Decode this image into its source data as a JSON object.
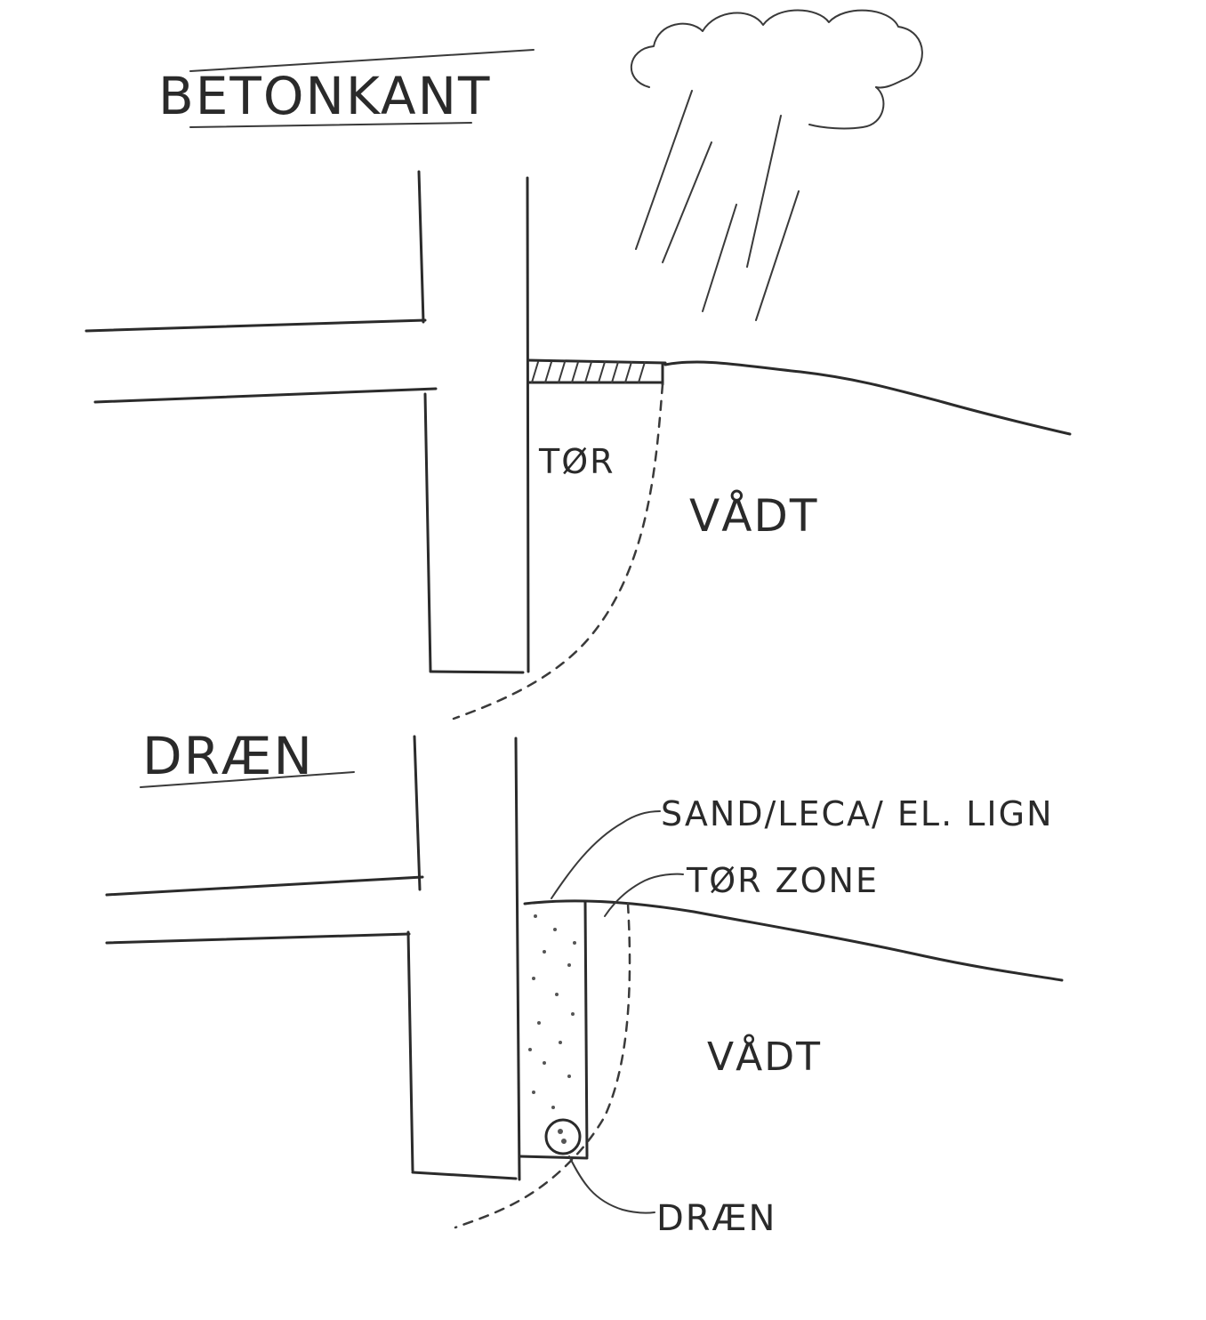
{
  "colors": {
    "background": "#ffffff",
    "ink": "#2b2b2b"
  },
  "sketch_top": {
    "title": "BETONKANT",
    "dry_label": "TØR",
    "wet_label": "VÅDT"
  },
  "sketch_bottom": {
    "title": "DRÆN",
    "fill_label": "SAND/LECA/ EL. LIGN",
    "dry_zone_label": "TØR ZONE",
    "wet_label": "VÅDT",
    "drain_label": "DRÆN"
  },
  "icons": {
    "cloud": "rain-cloud-icon"
  }
}
